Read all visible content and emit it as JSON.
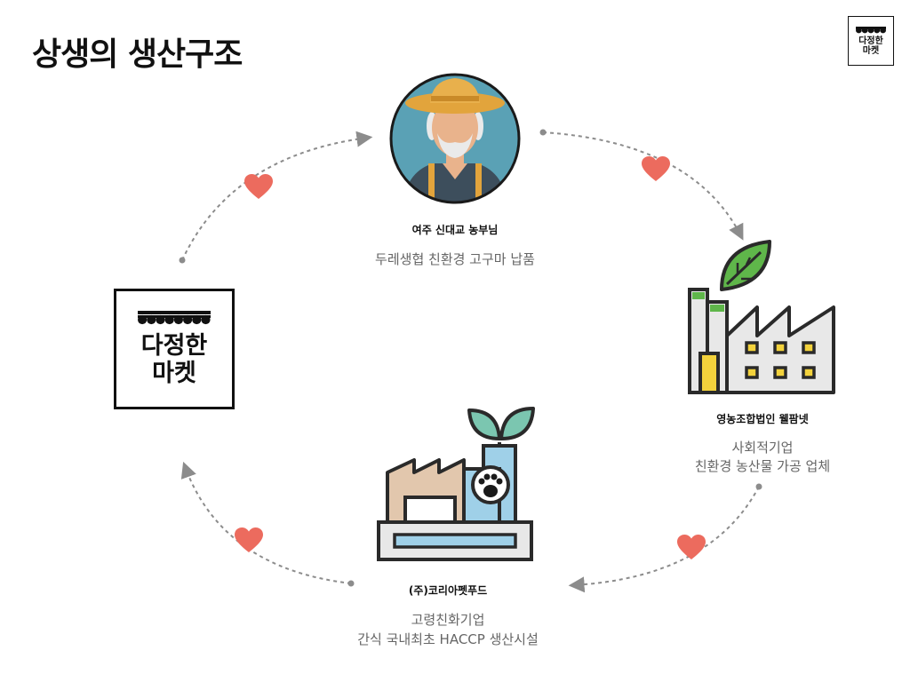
{
  "title": "상생의 생산구조",
  "brand": {
    "logo_line1": "다정한",
    "logo_line2": "마켓"
  },
  "nodes": {
    "farmer": {
      "name": "여주 신대교 농부님",
      "desc": "두레생협 친환경 고구마 납품"
    },
    "wellfarm": {
      "name": "영농조합법인 웰팜넷",
      "desc_line1": "사회적기업",
      "desc_line2": "친환경 농산물 가공 업체"
    },
    "petfood": {
      "name": "(주)코리아펫푸드",
      "desc_line1": "고령친화기업",
      "desc_line2": "간식 국내최초 HACCP 생산시설"
    }
  },
  "colors": {
    "heart": "#ec6b5e",
    "connector": "#8c8c8c",
    "leaf": "#5fb64a",
    "sky": "#5aa1b5"
  },
  "icons": [
    "heart-icon",
    "leaf-icon",
    "paw-icon",
    "factory-icon",
    "awning-icon"
  ]
}
